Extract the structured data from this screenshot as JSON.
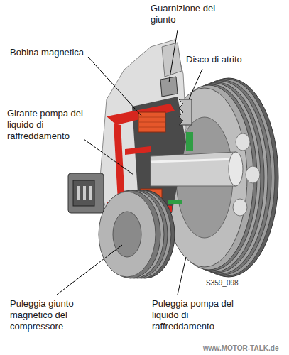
{
  "diagram": {
    "labels": [
      "Guarnizione del giunto",
      "Bobina magnetica",
      "Disco di atrito",
      "Girante pompa del liquido di raffreddamento",
      "S359_098",
      "Puleggia giunto magnetico del compressore",
      "Puleggia pompa del liquido di raffreddamento",
      "www.MOTOR-TALK.de"
    ]
  }
}
